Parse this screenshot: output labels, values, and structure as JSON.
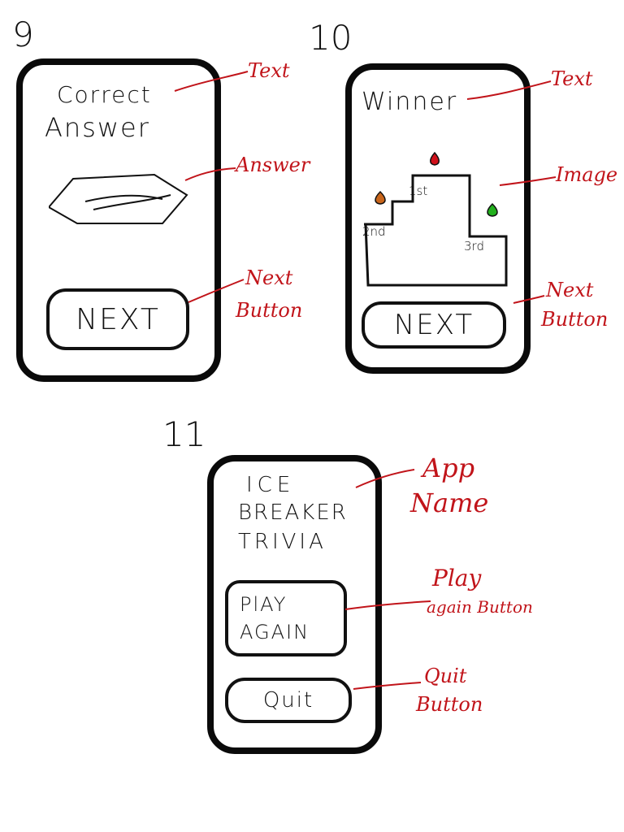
{
  "screens": [
    {
      "number": "9",
      "title_line1": "Correct",
      "title_line2": "Answer",
      "next_button": "NEXT",
      "annotations": {
        "text": "Text",
        "answer": "Answer",
        "next_line1": "Next",
        "next_line2": "Button"
      }
    },
    {
      "number": "10",
      "title": "Winner",
      "podium": {
        "first": "1st",
        "second": "2nd",
        "third": "3rd"
      },
      "next_button": "NEXT",
      "annotations": {
        "text": "Text",
        "image": "Image",
        "next_line1": "Next",
        "next_line2": "Button"
      }
    },
    {
      "number": "11",
      "app_name": [
        "ICE",
        "BREAKER",
        "TRIVIA"
      ],
      "play_again_line1": "PlAY",
      "play_again_line2": "AGAIN",
      "quit_button": "Quit",
      "annotations": {
        "app_line1": "App",
        "app_line2": "Name",
        "play_line1": "Play",
        "play_line2": "again Button",
        "quit_line1": "Quit",
        "quit_line2": "Button"
      }
    }
  ],
  "colors": {
    "annotation": "#c1141a",
    "gold": "#d0111b",
    "silver": "#c8651b",
    "bronze": "#22b01d"
  }
}
